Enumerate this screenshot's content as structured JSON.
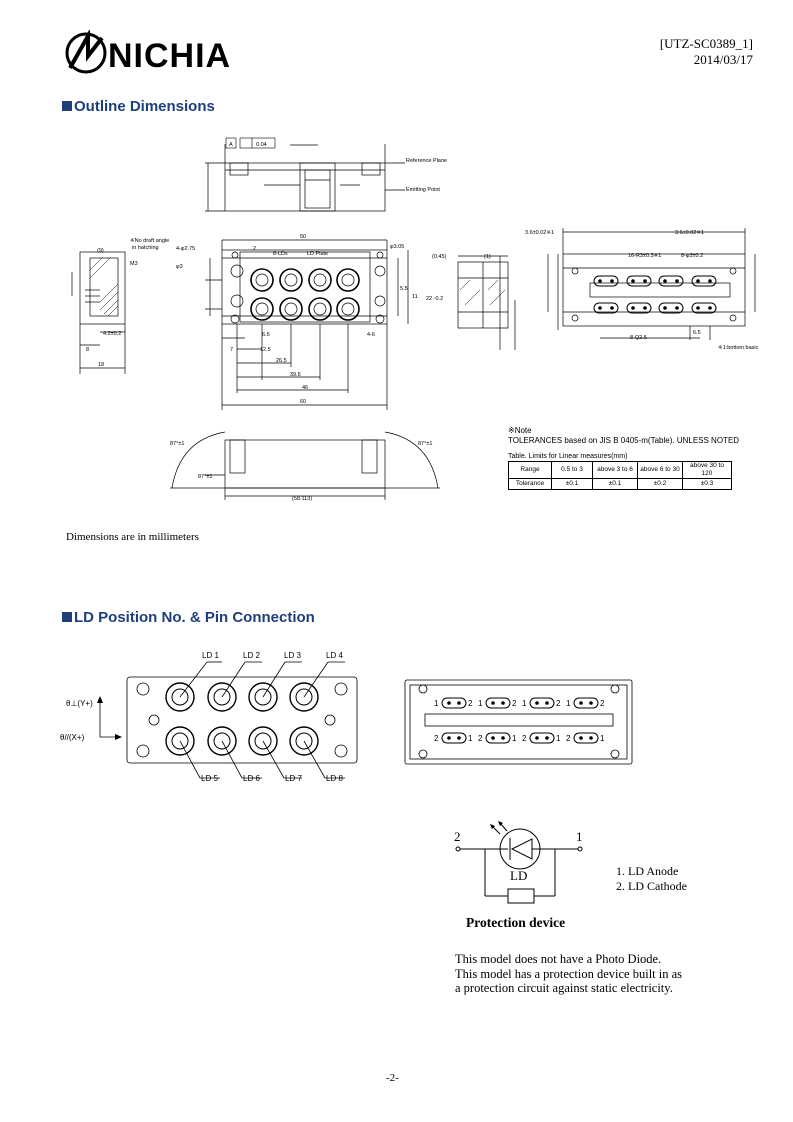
{
  "header": {
    "brand": "NICHIA",
    "doc_code": "[UTZ-SC0389_1]",
    "date": "2014/03/17"
  },
  "section1": {
    "title": "Outline Dimensions",
    "labels": {
      "ref_plane": "Reference Plane",
      "emitting_point": "Emitting Point",
      "no_draft": "※No draft angle",
      "in_hatching": "in hatching",
      "m3": "M3",
      "ld_s": "8-LDs",
      "ld_plate": "LD Plate",
      "bottom_basic": "※1:bottom basic",
      "datum_a": "A",
      "flatness": "0.04",
      "d_4phi": "4-φ2.75",
      "d_phi3": "φ3",
      "d_2": "2",
      "d_50": "50",
      "d_phi305": "φ3.05",
      "d_045": "(0.45)",
      "d_1": "(1)",
      "d_9": "(9)",
      "d_8": "8",
      "d_42": "4.2±0.2",
      "d_18": "18",
      "d_7": "7",
      "d_125": "12.5",
      "d_265": "26.5",
      "d_395": "39.5",
      "d_46": "46",
      "d_60": "60",
      "d_65": "6.5",
      "d_55": "5.5",
      "d_11": "11",
      "d_22": "22 -0.2",
      "d_46b": "4-6",
      "d_36": "3.6±0.02※1",
      "d_16r": "16-R3±0.3※1",
      "d_8phi": "8-φ3±0.2",
      "d_65b": "6.5",
      "d_8q": "8-Q2.5",
      "d_87a": "87°±1",
      "d_87b": "87°±1",
      "d_87c": "87°±1",
      "d_total": "(58.113)"
    },
    "note_title": "※Note",
    "note_line": "TOLERANCES based on JIS B 0405-m(Table). UNLESS NOTED",
    "table_caption": "Table. Limits for Linear measures(mm)",
    "table_rows": [
      [
        "Range",
        "0.5 to 3",
        "above 3 to 6",
        "above 6 to 30",
        "above 30 to 120"
      ],
      [
        "Tolerance",
        "±0.1",
        "±0.1",
        "±0.2",
        "±0.3"
      ]
    ],
    "units_note": "Dimensions are in millimeters"
  },
  "section2": {
    "title": "LD Position No. & Pin Connection",
    "ld_labels_top": [
      "LD 1",
      "LD 2",
      "LD 3",
      "LD 4"
    ],
    "ld_labels_bottom": [
      "LD 5",
      "LD 6",
      "LD 7",
      "LD 8"
    ],
    "axis_y": "θ⊥(Y+)",
    "axis_x": "θ//(X+)",
    "pins_top": [
      "1",
      "2",
      "1",
      "2",
      "1",
      "2",
      "1",
      "2"
    ],
    "pins_bottom": [
      "2",
      "1",
      "2",
      "1",
      "2",
      "1",
      "2",
      "1"
    ],
    "circuit": {
      "pin_left": "2",
      "pin_right": "1",
      "ld_label": "LD",
      "caption": "Protection device"
    },
    "legend": [
      "1. LD Anode",
      "2. LD Cathode"
    ],
    "body": [
      "This model does not have a Photo Diode.",
      "This model has a protection device built in as",
      "a protection circuit against static electricity."
    ]
  },
  "footer": {
    "page": "-2-"
  },
  "colors": {
    "section_title": "#1f3f7a"
  }
}
